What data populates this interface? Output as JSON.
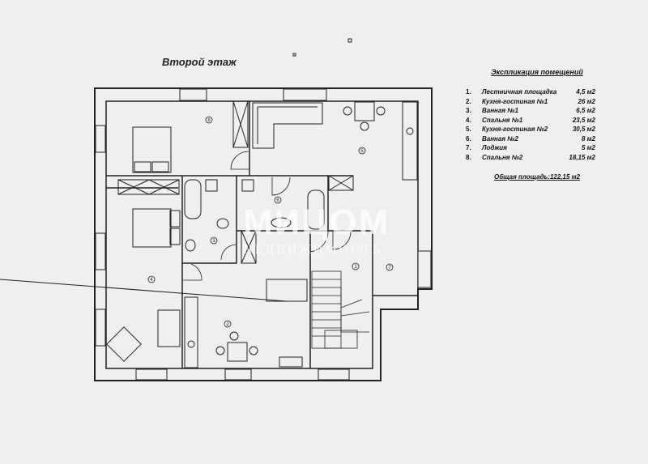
{
  "title": "Второй этаж",
  "legend": {
    "title": "Экспликация помещений",
    "items": [
      {
        "num": "1.",
        "name": "Лестничная площадка",
        "area": "4,5 м2"
      },
      {
        "num": "2.",
        "name": "Кухня-гостиная №1",
        "area": "26 м2"
      },
      {
        "num": "3.",
        "name": "Ванная №1",
        "area": "6,5 м2"
      },
      {
        "num": "4.",
        "name": "Спальня №1",
        "area": "23,5 м2"
      },
      {
        "num": "5.",
        "name": "Кухня-гостиная №2",
        "area": "30,5 м2"
      },
      {
        "num": "6.",
        "name": "Ванная №2",
        "area": "8 м2"
      },
      {
        "num": "7.",
        "name": "Лоджия",
        "area": "5 м2"
      },
      {
        "num": "8.",
        "name": "Спальня №2",
        "area": "18,15 м2"
      }
    ],
    "total": "Общая площадь:122,15 м2"
  },
  "rooms": [
    "8",
    "5",
    "6",
    "3",
    "4",
    "2",
    "1",
    "7"
  ],
  "watermark": {
    "brand": "МИЦОМ",
    "sub": "НЕДВИЖИМОСТЬ"
  }
}
